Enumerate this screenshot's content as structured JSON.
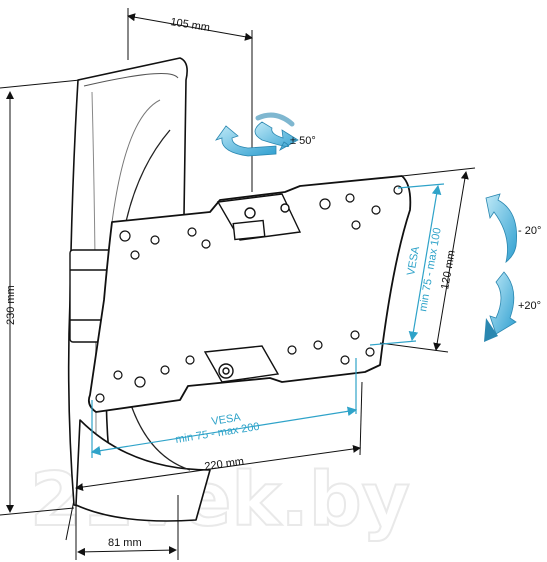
{
  "dimensions": {
    "top_offset": "105 mm",
    "height": "230 mm",
    "plate_height": "120 mm",
    "width": "220 mm",
    "depth": "81 mm"
  },
  "rotation": {
    "swivel": "± 50°",
    "tilt_up": "- 20°",
    "tilt_down": "+20°"
  },
  "vesa": {
    "horizontal_title": "VESA",
    "horizontal_range": "min 75 - max 200",
    "vertical_title": "VESA",
    "vertical_range": "min 75 - max 100"
  },
  "watermark": "21vek.by",
  "colors": {
    "accent": "#2fa3c9",
    "line": "#111111"
  }
}
